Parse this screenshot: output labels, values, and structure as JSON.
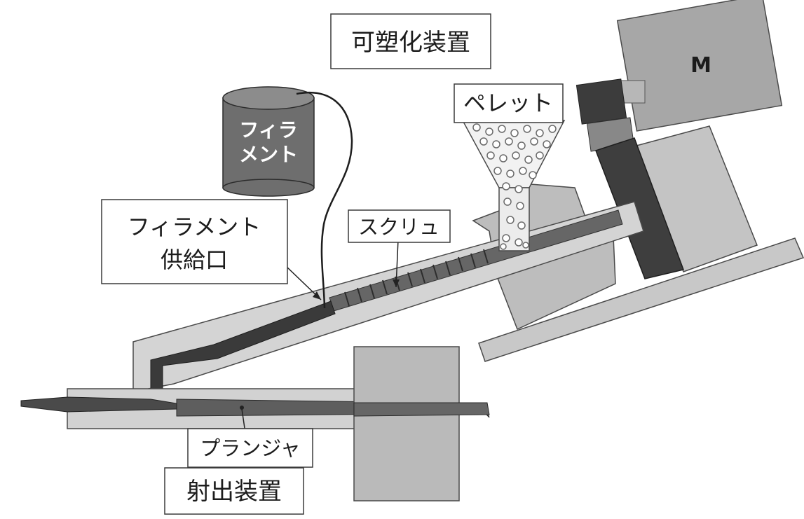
{
  "labels": {
    "plasticizer": "可塑化装置",
    "motor": "M",
    "pellet": "ペレット",
    "filament_spool_line1": "フィラ",
    "filament_spool_line2": "メント",
    "filament_port_line1": "フィラメント",
    "filament_port_line2": "供給口",
    "screw": "スクリュ",
    "plunger": "プランジャ",
    "injection": "射出装置"
  }
}
